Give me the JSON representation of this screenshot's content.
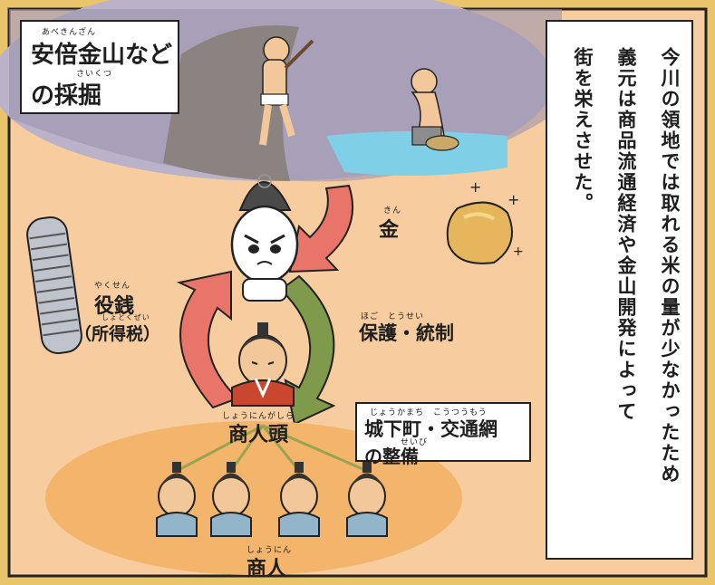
{
  "narration": {
    "lines": [
      "今川の領地では取れる米の量が少なかったため",
      "義元は商品流通経済や金山開発によって",
      "街を栄えさせた。"
    ]
  },
  "mining_caption": {
    "ruby": "あべきんざん",
    "line1": "安倍金山など",
    "ruby2": "さいくつ",
    "line2": "の採掘"
  },
  "flows": {
    "gold": {
      "ruby": "きん",
      "label": "金"
    },
    "tax": {
      "ruby": "やくせん",
      "label": "役銭",
      "sub_ruby": "しょとくぜい",
      "sub": "（所得税）"
    },
    "protection": {
      "ruby": "ほご　とうせい",
      "label": "保護・統制"
    }
  },
  "infra_caption": {
    "ruby": "じょうかまち　こうつうもう",
    "line1": "城下町・交通網",
    "ruby2": "せいび",
    "line2": "の整備"
  },
  "merchant_head": {
    "ruby": "しょうにんがしら",
    "label": "商人頭"
  },
  "merchants": {
    "ruby": "しょうにん",
    "label": "商人"
  },
  "colors": {
    "background": "#f7cda0",
    "frame": "#222222",
    "arrow_red": "#e8746a",
    "arrow_green": "#7f9a4a",
    "merchant_ellipse": "#f3b46c"
  }
}
